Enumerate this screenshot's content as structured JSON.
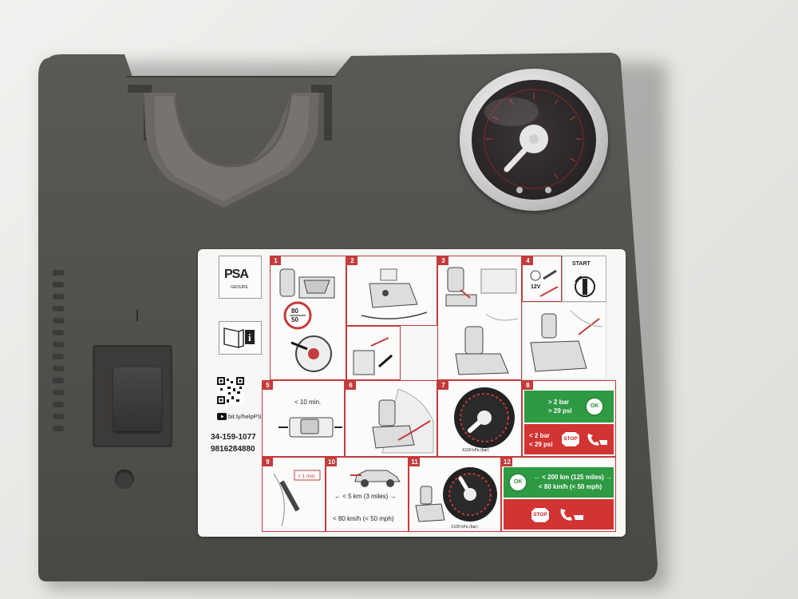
{
  "sticker": {
    "brand": "PSA",
    "brand_sub": "GROUPE",
    "info_icon": "i",
    "url": "bit.ly/helpPSA",
    "part_number_1": "34-159-1077",
    "part_number_2": "9816284880",
    "start_label": "START",
    "speed_sign_top": "80",
    "speed_sign_bottom": "50",
    "battery_label": "12V",
    "step_numbers": [
      "1",
      "2",
      "3",
      "4",
      "5",
      "6",
      "7",
      "8",
      "9",
      "10",
      "11",
      "12"
    ],
    "step5_time": "< 10 min.",
    "step8_ok_line1": "> 2 bar",
    "step8_ok_line2": "> 29 psi",
    "step8_ok_badge": "OK",
    "step8_stop_line1": "< 2 bar",
    "step8_stop_line2": "< 29 psi",
    "step8_stop_badge": "STOP",
    "step9_time": "< 1 min.",
    "step10_distance": "← < 5 km (3 miles) →",
    "step10_speed": "< 80 km/h (< 50 mph)",
    "step12_ok_badge": "OK",
    "step12_ok_line1": "← < 200 km (125 miles) →",
    "step12_ok_line2": "< 80 km/h (< 50 mph)",
    "step12_stop_badge": "STOP",
    "gauge_unit": "X100 kPa (bar)"
  },
  "colors": {
    "body": "#4f4d4a",
    "sticker_red": "#c43b3b",
    "ok_green": "#2f9a44",
    "stop_red": "#d23434"
  },
  "icons": [
    "qr-code-icon",
    "video-play-icon",
    "info-book-icon",
    "car-icon",
    "phone-icon",
    "tow-truck-icon",
    "ignition-key-icon",
    "gauge-icon"
  ]
}
